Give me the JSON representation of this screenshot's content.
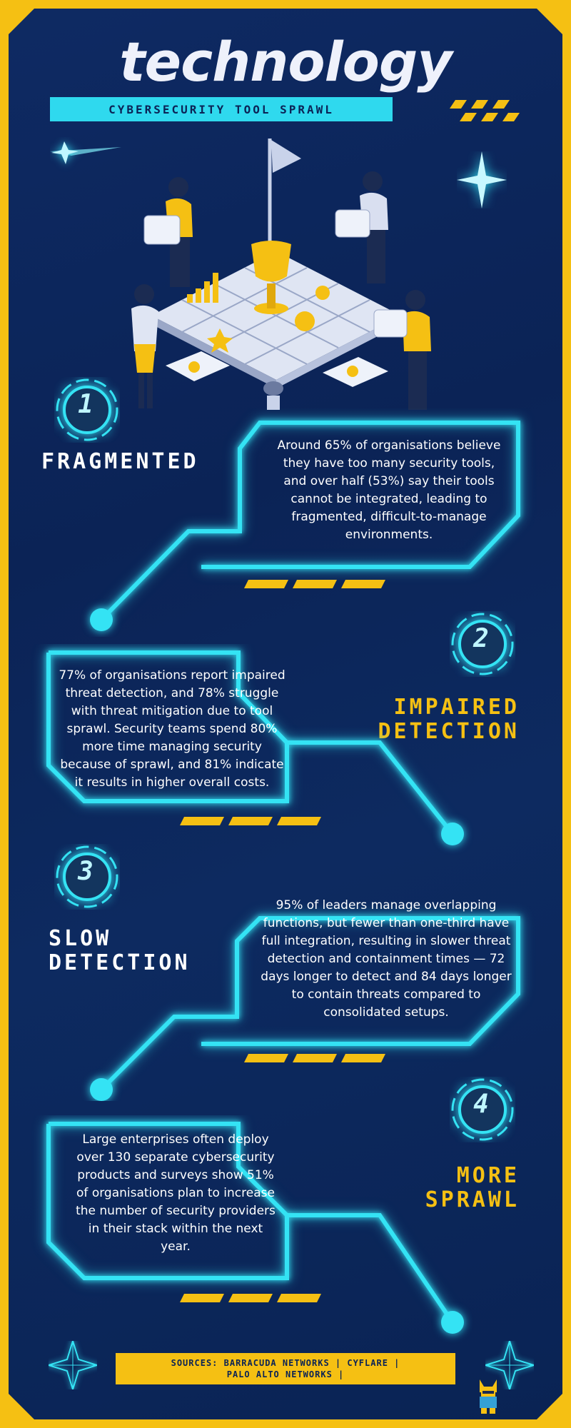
{
  "header": {
    "title": "technology",
    "subtitle": "CYBERSECURITY TOOL SPRAWL"
  },
  "sections": [
    {
      "number": "1",
      "heading_line1": "FRAGMENTED",
      "heading_line2": "",
      "text": "Around 65% of organisations believe they have too many security tools, and over half (53%) say their tools cannot be integrated, leading to fragmented, difficult-to-manage environments."
    },
    {
      "number": "2",
      "heading_line1": "IMPAIRED",
      "heading_line2": "DETECTION",
      "text": "77% of organisations report impaired threat detection, and 78% struggle with threat mitigation due to tool sprawl. Security teams spend 80% more time managing security because of sprawl, and 81% indicate it results in higher overall costs."
    },
    {
      "number": "3",
      "heading_line1": "SLOW",
      "heading_line2": "DETECTION",
      "text": "95% of leaders manage overlapping functions, but fewer than one-third have full integration, resulting in slower threat detection and containment times — 72 days longer to detect and 84 days longer to contain threats compared to consolidated setups."
    },
    {
      "number": "4",
      "heading_line1": "MORE",
      "heading_line2": "SPRAWL",
      "text": "Large enterprises often deploy over 130 separate cybersecurity products and  surveys show 51% of organisations plan to increase the number of security providers in their stack within the next year."
    }
  ],
  "footer": {
    "sources_line1": "SOURCES: BARRACUDA NETWORKS | CYFLARE |",
    "sources_line2": "PALO ALTO NETWORKS |"
  },
  "colors": {
    "background": "#0b2356",
    "accent_cyan": "#34e3f4",
    "accent_yellow": "#f5c013",
    "frame": "#f5c013"
  },
  "icons": [
    "shooting-star-icon",
    "sparkle-star-icon",
    "puzzle-team-illustration",
    "mascot-icon",
    "diamond-star-icon"
  ]
}
